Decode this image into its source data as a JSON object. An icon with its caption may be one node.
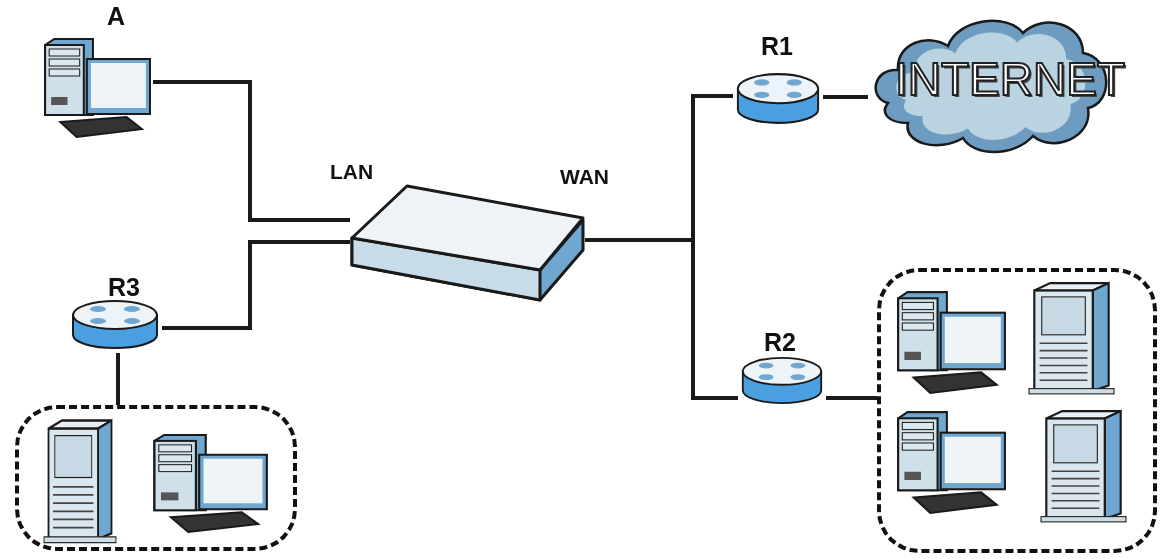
{
  "diagram": {
    "nodes": [
      {
        "text": [
          "A"
        ]
      },
      {
        "text": [],
        "shape": "device",
        "beside": [
          "LAN",
          "WAN"
        ]
      },
      {
        "text": [
          "R1"
        ]
      },
      {
        "text": [
          "INTERNET"
        ]
      },
      {
        "text": [
          "R3"
        ]
      },
      {
        "text": [],
        "shape": "box"
      },
      {
        "text": [],
        "shape": "server",
        "in": 5
      },
      {
        "text": [],
        "shape": "computer",
        "in": 5
      },
      {
        "text": [
          "R2"
        ]
      },
      {
        "text": [],
        "shape": "box"
      },
      {
        "text": [],
        "shape": "computer",
        "in": 9
      },
      {
        "text": [],
        "shape": "server",
        "in": 9
      },
      {
        "text": [],
        "shape": "computer",
        "in": 9
      },
      {
        "text": [],
        "shape": "server",
        "in": 9
      }
    ],
    "edges": [
      {
        "from": 0,
        "to": 1,
        "arrow": "none"
      },
      {
        "from": 4,
        "to": 1,
        "arrow": "none"
      },
      {
        "from": 1,
        "to": 2,
        "arrow": "none"
      },
      {
        "from": 1,
        "to": 8,
        "arrow": "none"
      },
      {
        "from": 2,
        "to": 3,
        "arrow": "none"
      },
      {
        "from": 4,
        "to": 5,
        "arrow": "none"
      },
      {
        "from": 8,
        "to": 9,
        "arrow": "none"
      }
    ]
  }
}
